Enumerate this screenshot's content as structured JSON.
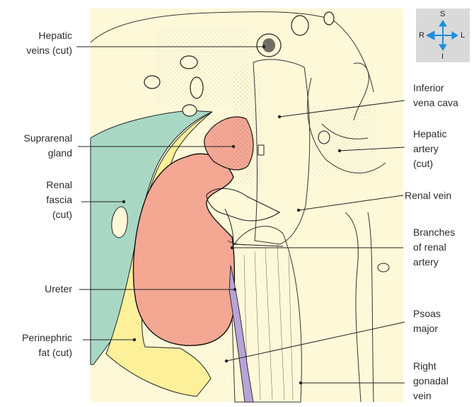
{
  "labels_left": [
    {
      "id": "hepatic-veins",
      "text": "Hepatic\nveins (cut)"
    },
    {
      "id": "suprarenal-gland",
      "text": "Suprarenal\ngland"
    },
    {
      "id": "renal-fascia",
      "text": "Renal\nfascia\n(cut)"
    },
    {
      "id": "ureter",
      "text": "Ureter"
    },
    {
      "id": "perinephric-fat",
      "text": "Perinephric\nfat (cut)"
    }
  ],
  "labels_right": [
    {
      "id": "inferior-vena-cava",
      "text": "Inferior\nvena cava"
    },
    {
      "id": "hepatic-artery",
      "text": "Hepatic\nartery\n(cut)"
    },
    {
      "id": "renal-vein",
      "text": "Renal vein"
    },
    {
      "id": "branches-renal-artery",
      "text": "Branches\nof renal\nartery"
    },
    {
      "id": "psoas-major",
      "text": "Psoas\nmajor"
    },
    {
      "id": "right-gonadal-vein",
      "text": "Right\ngonadal\nvein"
    }
  ],
  "compass": {
    "superior": "S",
    "inferior": "I",
    "right": "R",
    "left": "L"
  },
  "colors": {
    "background": "#fdf8d8",
    "kidney": "#f4a793",
    "fascia": "#a8d8c4",
    "fat": "#fcf09a",
    "ureter": "#b8a3d6",
    "compass_box": "#d9d9d9",
    "compass_arrow": "#1e8fd8"
  }
}
